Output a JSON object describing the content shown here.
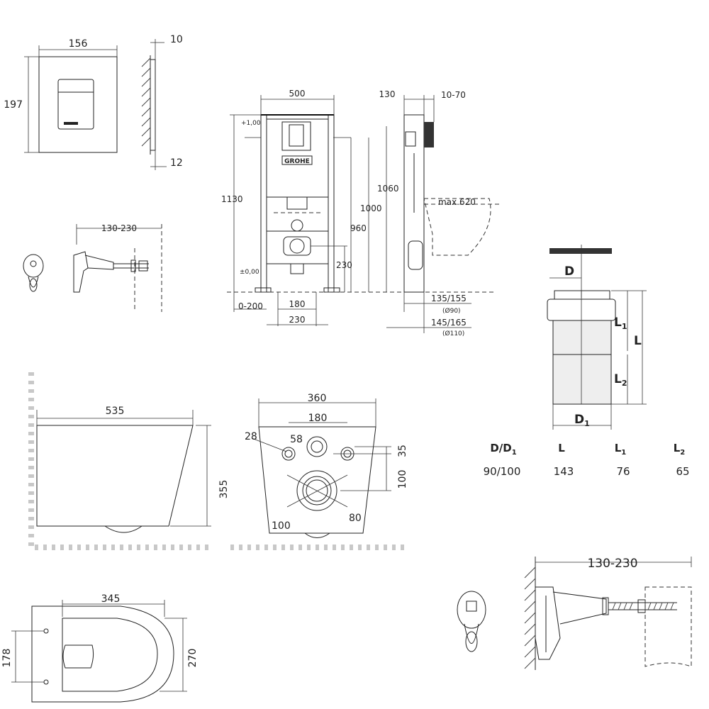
{
  "flush_plate": {
    "width": "156",
    "height": "197",
    "depth_top": "10",
    "depth_bottom": "12"
  },
  "frame": {
    "width": "500",
    "depth": "130",
    "adjust": "10-70",
    "height_total": "1130",
    "height_1060": "1060",
    "height_1000": "1000",
    "height_960": "960",
    "height_230": "230",
    "max_bowl": "max.620",
    "level_top": "+1,00",
    "level_zero": "±0,00",
    "floor_adjust": "0-200",
    "spacing_180": "180",
    "spacing_230": "230",
    "drain_1": "135/155",
    "drain_1_note": "(Ø90)",
    "drain_2": "145/165",
    "drain_2_note": "(Ø110)",
    "brand": "GROHE"
  },
  "small_bracket": {
    "range": "130-230"
  },
  "bowl_side": {
    "length": "535",
    "height": "355"
  },
  "bowl_back": {
    "width": "360",
    "bolt_spacing": "180",
    "bolt_diameter": "28",
    "inlet_diameter": "58",
    "outlet_inner": "80",
    "outlet_outer": "100",
    "offset_35": "35",
    "offset_100": "100"
  },
  "bowl_top": {
    "length": "345",
    "width": "270",
    "bolt_spacing": "178"
  },
  "connector": {
    "label_D": "D",
    "label_D1": "D",
    "label_D1_sub": "1",
    "label_L": "L",
    "label_L1": "L",
    "label_L1_sub": "1",
    "label_L2": "L",
    "label_L2_sub": "2",
    "table": {
      "headers": [
        {
          "main": "D/D",
          "sub": "1"
        },
        {
          "main": "L",
          "sub": ""
        },
        {
          "main": "L",
          "sub": "1"
        },
        {
          "main": "L",
          "sub": "2"
        }
      ],
      "row": [
        "90/100",
        "143",
        "76",
        "65"
      ]
    }
  },
  "large_bracket": {
    "range": "130-230"
  }
}
